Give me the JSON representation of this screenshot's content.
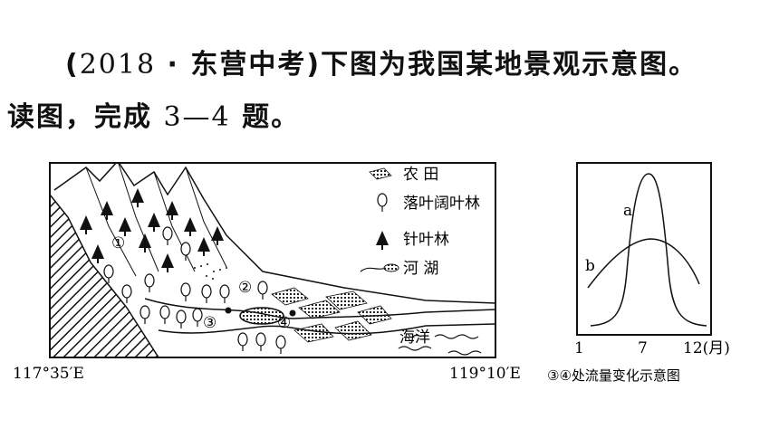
{
  "question": {
    "source_open": "(",
    "source_year": "2018",
    "source_dot": " · ",
    "source_place": "东营中考",
    "source_close": ")",
    "line1_text": "下图为我国某地景观示意图。",
    "line2_prefix": "读图，完成",
    "line2_range": "3—4",
    "line2_suffix": "题。"
  },
  "map": {
    "legend": {
      "farmland": "农 田",
      "deciduous": "落叶阔叶林",
      "conifer": "针叶林",
      "river_lake": "河 湖"
    },
    "sea_label": "海洋",
    "markers": [
      "①",
      "②",
      "③",
      "④"
    ],
    "lon_left": "117°35′E",
    "lon_right": "119°10′E"
  },
  "chart_data": {
    "type": "line",
    "x_ticks": [
      "1",
      "7",
      "12(月)"
    ],
    "series": [
      {
        "name": "a"
      },
      {
        "name": "b"
      }
    ],
    "caption": "③④处流量变化示意图"
  }
}
